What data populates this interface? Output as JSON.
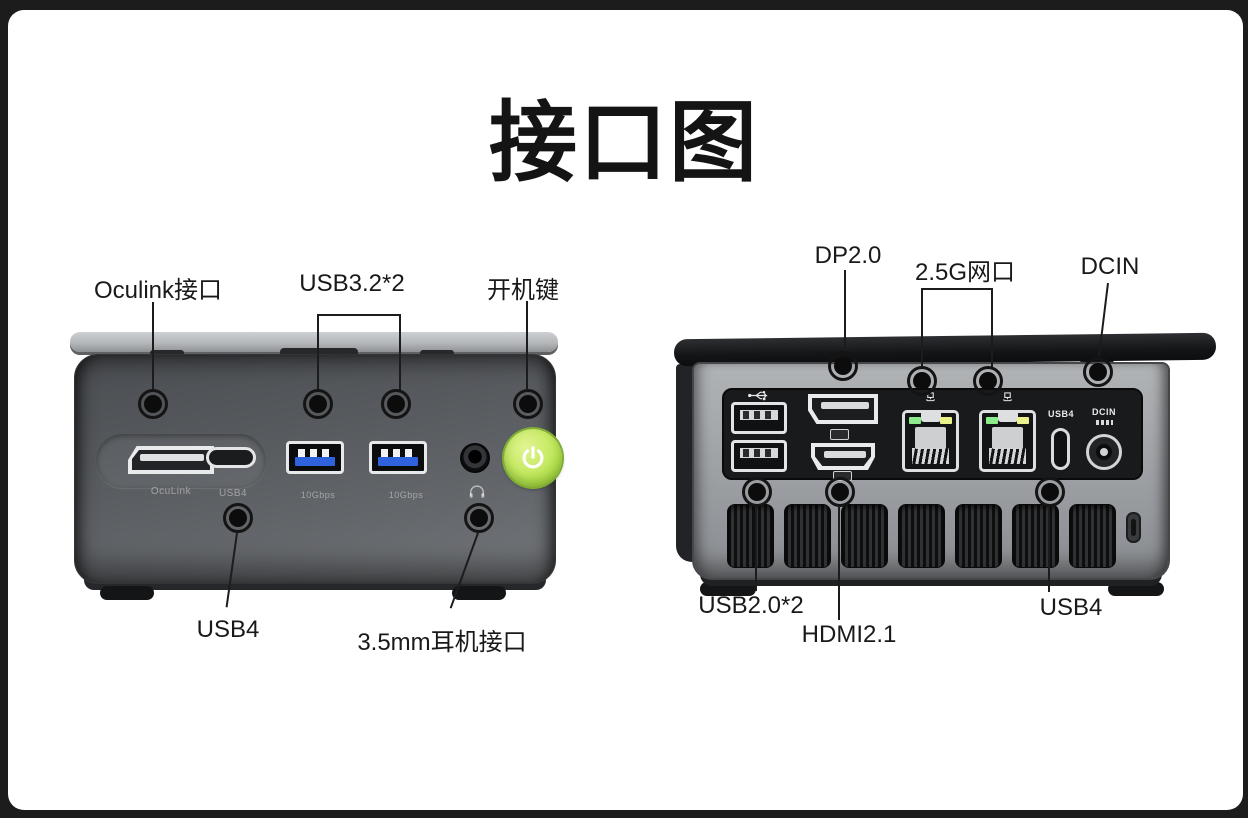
{
  "title": "接口图",
  "front": {
    "label_oculink": "Oculink接口",
    "label_usb32": "USB3.2*2",
    "label_power": "开机键",
    "label_usb4": "USB4",
    "label_headphone": "3.5mm耳机接口",
    "silk_oculink": "OcuLink",
    "silk_usb4": "USB4",
    "silk_usb_speed": "10Gbps"
  },
  "rear": {
    "label_dp": "DP2.0",
    "label_lan": "2.5G网口",
    "label_dcin": "DCIN",
    "label_usb2": "USB2.0*2",
    "label_hdmi": "HDMI2.1",
    "label_usb4": "USB4",
    "port_usb4": "USB4",
    "port_dcin": "DCIN"
  },
  "colors": {
    "power_button": "#b9e255",
    "usb3_blue": "#2f63de",
    "led_green": "#8cec8c",
    "led_yellow": "#eaf08a",
    "frame": "#1c1c1c",
    "panel": "#ffffff"
  }
}
